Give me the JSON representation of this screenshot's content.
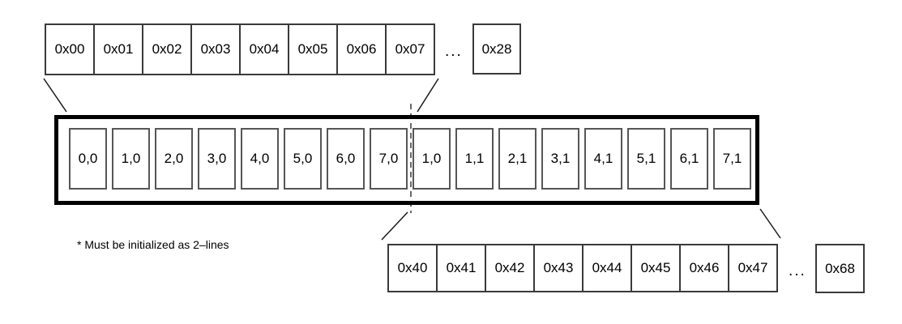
{
  "note": "* Must be initialized as 2–lines",
  "top_memory_row": {
    "cells": [
      "0x00",
      "0x01",
      "0x02",
      "0x03",
      "0x04",
      "0x05",
      "0x06",
      "0x07"
    ],
    "ellipsis": "...",
    "last_cell": "0x28"
  },
  "cache_line_box": {
    "cells": [
      "0,0",
      "1,0",
      "2,0",
      "3,0",
      "4,0",
      "5,0",
      "6,0",
      "7,0",
      "1,0",
      "1,1",
      "2,1",
      "3,1",
      "4,1",
      "5,1",
      "6,1",
      "7,1"
    ]
  },
  "bottom_memory_row": {
    "cells": [
      "0x40",
      "0x41",
      "0x42",
      "0x43",
      "0x44",
      "0x45",
      "0x46",
      "0x47"
    ],
    "ellipsis": "...",
    "last_cell": "0x68"
  },
  "colors": {
    "background": "#ffffff",
    "text": "#000000",
    "thick_border": "#000000",
    "cell_border": "#565656",
    "address_border": "#3a3a3a",
    "line": "#1a1a1a"
  }
}
